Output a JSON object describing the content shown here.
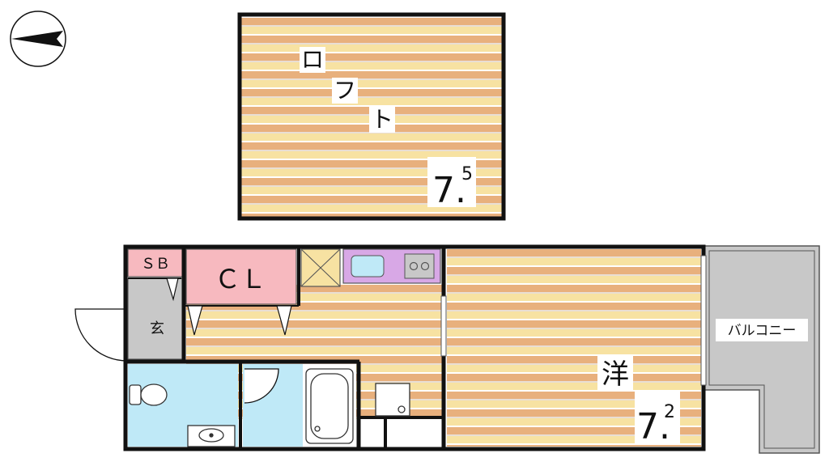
{
  "plan": {
    "loft": {
      "label_chars": [
        "ロ",
        "フ",
        "ト"
      ],
      "size_main": "7.",
      "size_sup": "5"
    },
    "western_room": {
      "label": "洋",
      "size_main": "7.",
      "size_sup": "2"
    },
    "closet": {
      "label": "ＣＬ"
    },
    "shoe_box": {
      "label": "ＳＢ"
    },
    "entrance": {
      "label": "玄"
    },
    "balcony": {
      "label": "バルコニー"
    }
  },
  "colors": {
    "wood_dark": "#e8b07d",
    "wood_light": "#f7e2a2",
    "wood_white": "#ffffff",
    "wet_area": "#bfe9f7",
    "closet": "#f7b9bf",
    "kitchen": "#d8a8e6",
    "gray_floor": "#c8c8c8",
    "wall": "#111111"
  }
}
